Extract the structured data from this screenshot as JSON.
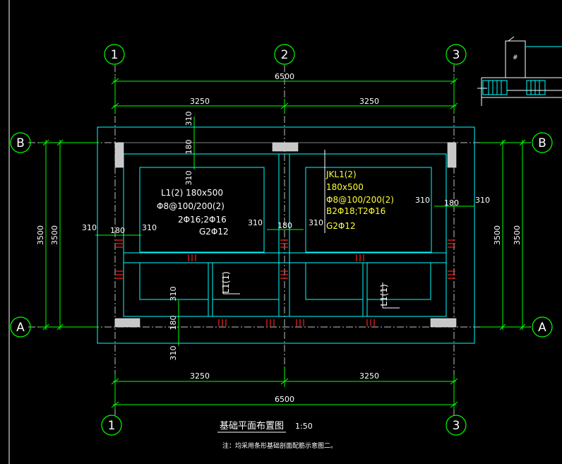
{
  "axes": {
    "a1": "1",
    "a2": "2",
    "a3": "3",
    "aB": "B",
    "aA": "A"
  },
  "dims": {
    "total_top": "6500",
    "half_top_left": "3250",
    "half_top_right": "3250",
    "total_bottom": "6500",
    "half_bottom_left": "3250",
    "half_bottom_right": "3250",
    "left_outer": "3500",
    "left_inner": "3500",
    "right_inner": "3500",
    "right_outer": "3500",
    "d310": "310",
    "d180": "180"
  },
  "beam_l1_2": {
    "line1": "L1(2) 180x500",
    "line2": "Φ8@100/200(2)",
    "line3": "2Φ16;2Φ16",
    "line4": "G2Φ12"
  },
  "beam_jkl": {
    "line1": "JKL1(2)",
    "line2": "180x500",
    "line3": "Φ8@100/200(2)",
    "line4": "B2Φ18;T2Φ16",
    "line5": "G2Φ12"
  },
  "beam_l1_1": {
    "label": "L1(1)"
  },
  "title": {
    "main": "基础平面布置图",
    "scale": "1:50"
  },
  "note": "注：均采用条形基础剖面配筋示意图二。",
  "detail": {
    "mark": "#"
  },
  "colors": {
    "background": "#000000",
    "green": "#00ff00",
    "cyan": "#00ffff",
    "white": "#ffffff",
    "yellow": "#ffff33",
    "red": "#ff2020",
    "gray": "#c0c0c0"
  }
}
